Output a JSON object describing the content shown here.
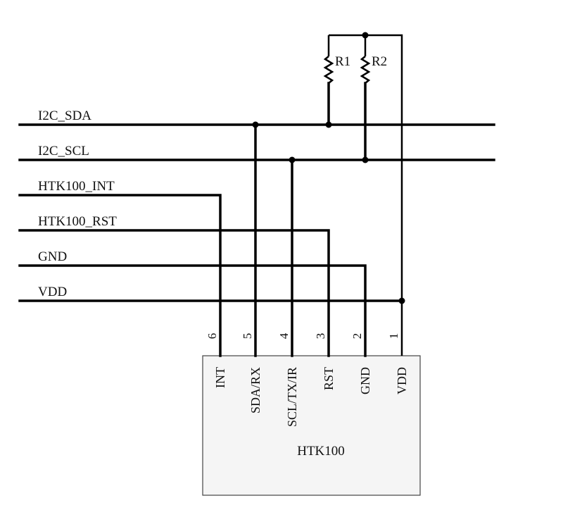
{
  "nets": [
    "I2C_SDA",
    "I2C_SCL",
    "HTK100_INT",
    "HTK100_RST",
    "GND",
    "VDD"
  ],
  "resistors": [
    "R1",
    "R2"
  ],
  "component": {
    "name": "HTK100",
    "pins": [
      {
        "number": "6",
        "name": "INT"
      },
      {
        "number": "5",
        "name": "SDA/RX"
      },
      {
        "number": "4",
        "name": "SCL/TX/IR"
      },
      {
        "number": "3",
        "name": "RST"
      },
      {
        "number": "2",
        "name": "GND"
      },
      {
        "number": "1",
        "name": "VDD"
      }
    ]
  }
}
